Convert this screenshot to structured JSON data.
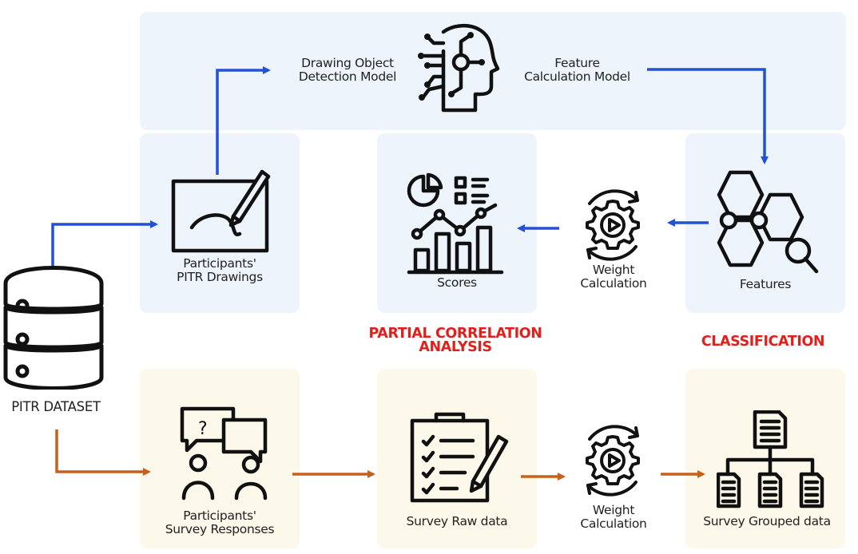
{
  "labels": {
    "drawing_model": [
      "Drawing Object",
      "Detection Model"
    ],
    "feature_model": [
      "Feature",
      "Calculation Model"
    ],
    "pitr_drawings": [
      "Participants'",
      "PITR Drawings"
    ],
    "scores": "Scores",
    "weight_calc": [
      "Weight",
      "Calculation"
    ],
    "features": "Features",
    "partial_corr": [
      "PARTIAL CORRELATION",
      "ANALYSIS"
    ],
    "classification": "CLASSIFICATION",
    "dataset": "PITR DATASET",
    "survey_responses": [
      "Participants'",
      "Survey Responses"
    ],
    "survey_raw": "Survey Raw data",
    "survey_grouped": "Survey Grouped data"
  },
  "icons": {
    "ai_head": "ai-head-icon",
    "tablet": "tablet-drawing-icon",
    "scores": "analytics-chart-icon",
    "gear": "gear-play-icon",
    "features": "hexagon-network-icon",
    "database": "database-icon",
    "chat": "chat-people-icon",
    "clipboard": "clipboard-checklist-icon",
    "hierarchy": "document-hierarchy-icon"
  },
  "colors": {
    "blue_arrow": "#2450d8",
    "orange_arrow": "#c8601c",
    "highlight_red": "#e0201b",
    "blue_panel": "#eef4fc",
    "cream_panel": "#fcf8ea"
  }
}
